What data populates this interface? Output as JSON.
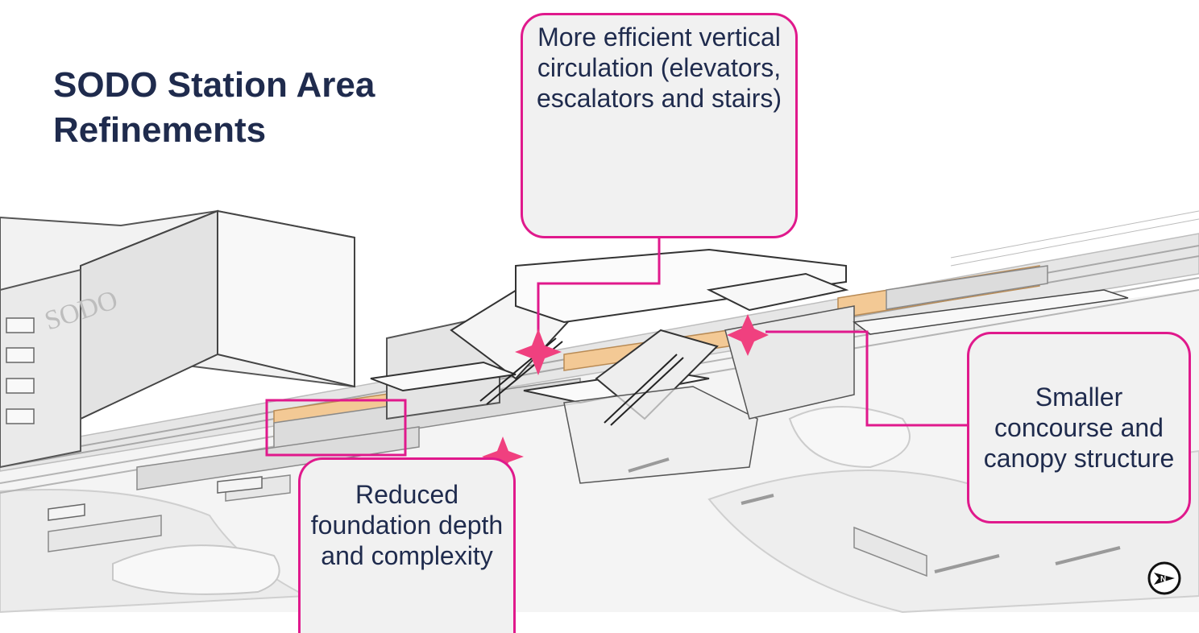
{
  "title": {
    "line1": "SODO Station Area",
    "line2": "Refinements"
  },
  "building_sign": "SODO",
  "callouts": {
    "top": "More efficient vertical circulation (elevators, escalators and stairs)",
    "right": "Smaller concourse and canopy structure",
    "bottom": "Reduced foundation depth and complexity"
  },
  "colors": {
    "title": "#1f2b4d",
    "callout_border": "#e0198c",
    "callout_fill": "#f1f1f1",
    "star": "#f0407f",
    "platform": "#f3c995"
  },
  "icons": {
    "north_arrow": "compass-north-icon",
    "marker": "four-point-star-icon"
  }
}
